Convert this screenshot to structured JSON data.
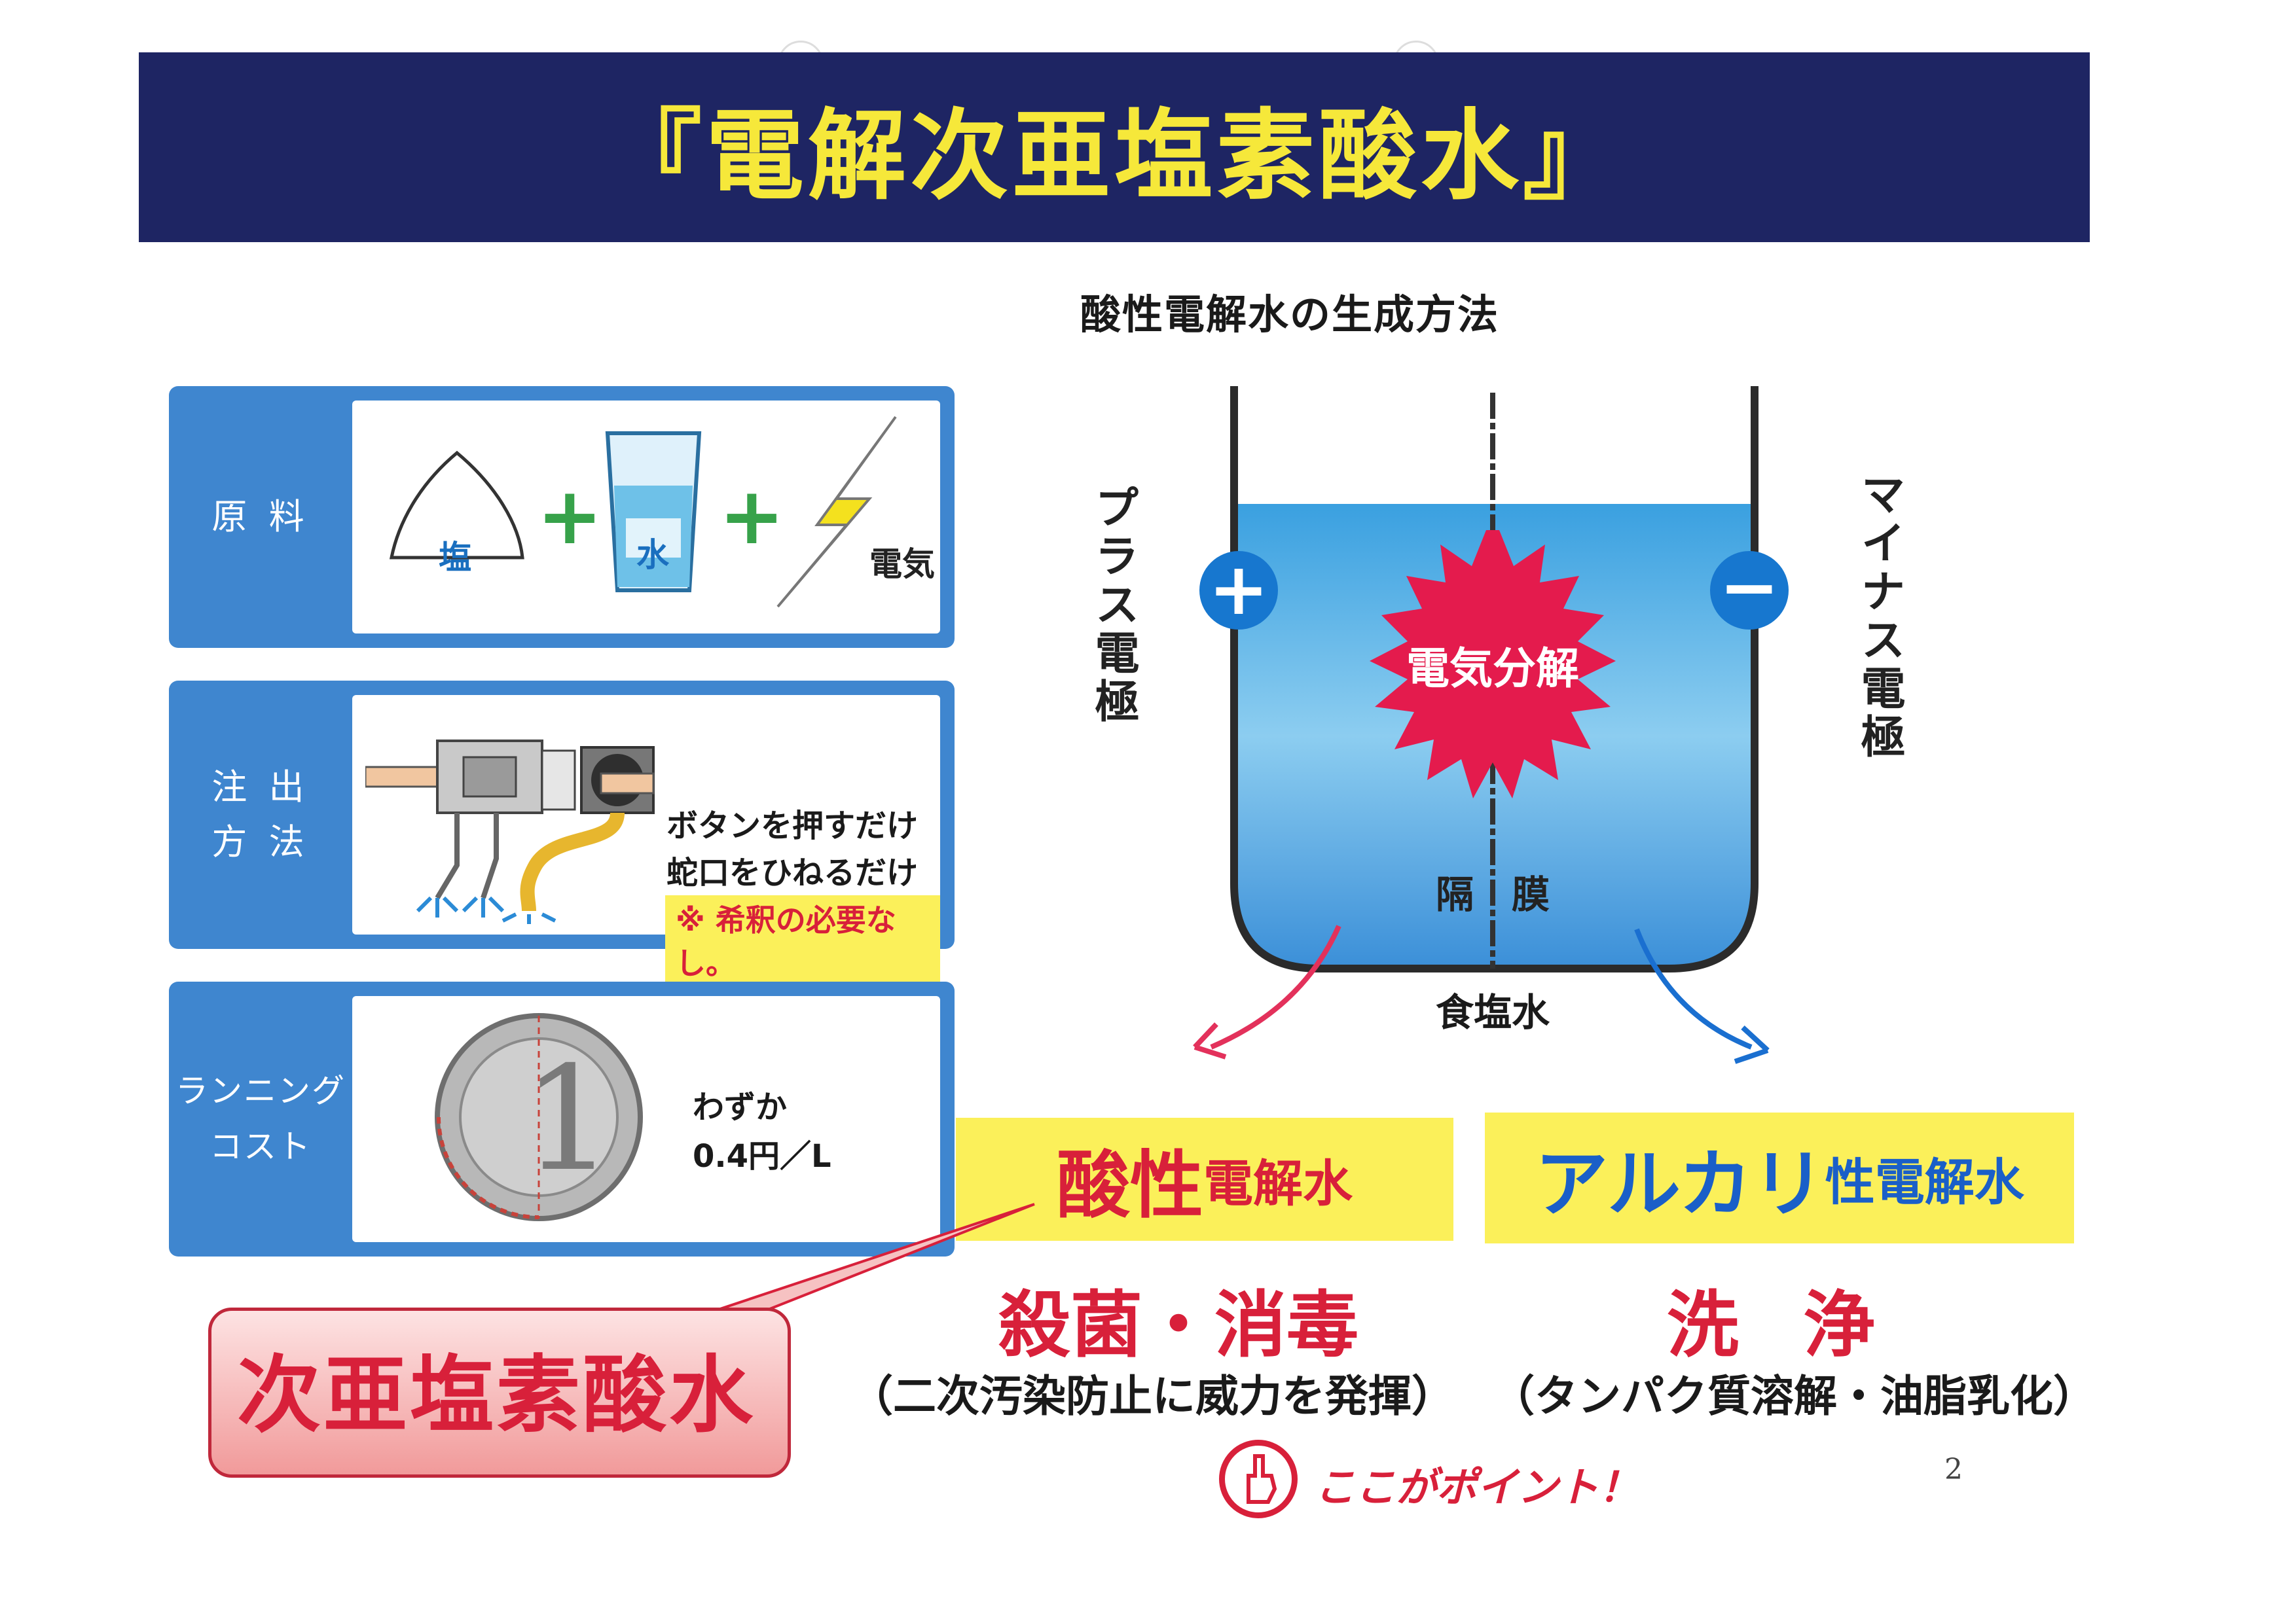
{
  "page_title": "『電解次亜塩素酸水』",
  "diagram_title": "酸性電解水の生成方法",
  "panels": [
    {
      "label": "原 料",
      "items": [
        "塩",
        "水",
        "電気"
      ]
    },
    {
      "label": "注 出\n方 法",
      "lines": [
        "ボタンを押すだけ",
        "蛇口をひねるだけ"
      ],
      "note": "※ 希釈の必要なし。"
    },
    {
      "label": "ランニング\nコスト",
      "coin": "1",
      "lines": [
        "わずか",
        "0.4円／L"
      ]
    }
  ],
  "diagram": {
    "plus_electrode": "プラス電極",
    "minus_electrode": "マイナス電極",
    "burst": "電気分解",
    "membrane": "隔　膜",
    "liquid": "食塩水",
    "plus_sign": "+",
    "minus_sign": "−"
  },
  "outputs": {
    "acid": {
      "big": "酸性",
      "small": "電解水",
      "effect": "殺菌・消毒",
      "sub": "（二次汚染防止に威力を発揮）"
    },
    "alkali": {
      "big": "アルカリ",
      "small": "性電解水",
      "effect": "洗 浄",
      "sub": "（タンパク質溶解・油脂乳化）"
    }
  },
  "callout": "次亜塩素酸水",
  "point_label": "ここがポイント！",
  "page_number": "2",
  "colors": {
    "banner": "#1e2563",
    "title": "#f6e83a",
    "panel": "#3f86cf",
    "red": "#d8203a",
    "blue": "#1a5fc8"
  }
}
